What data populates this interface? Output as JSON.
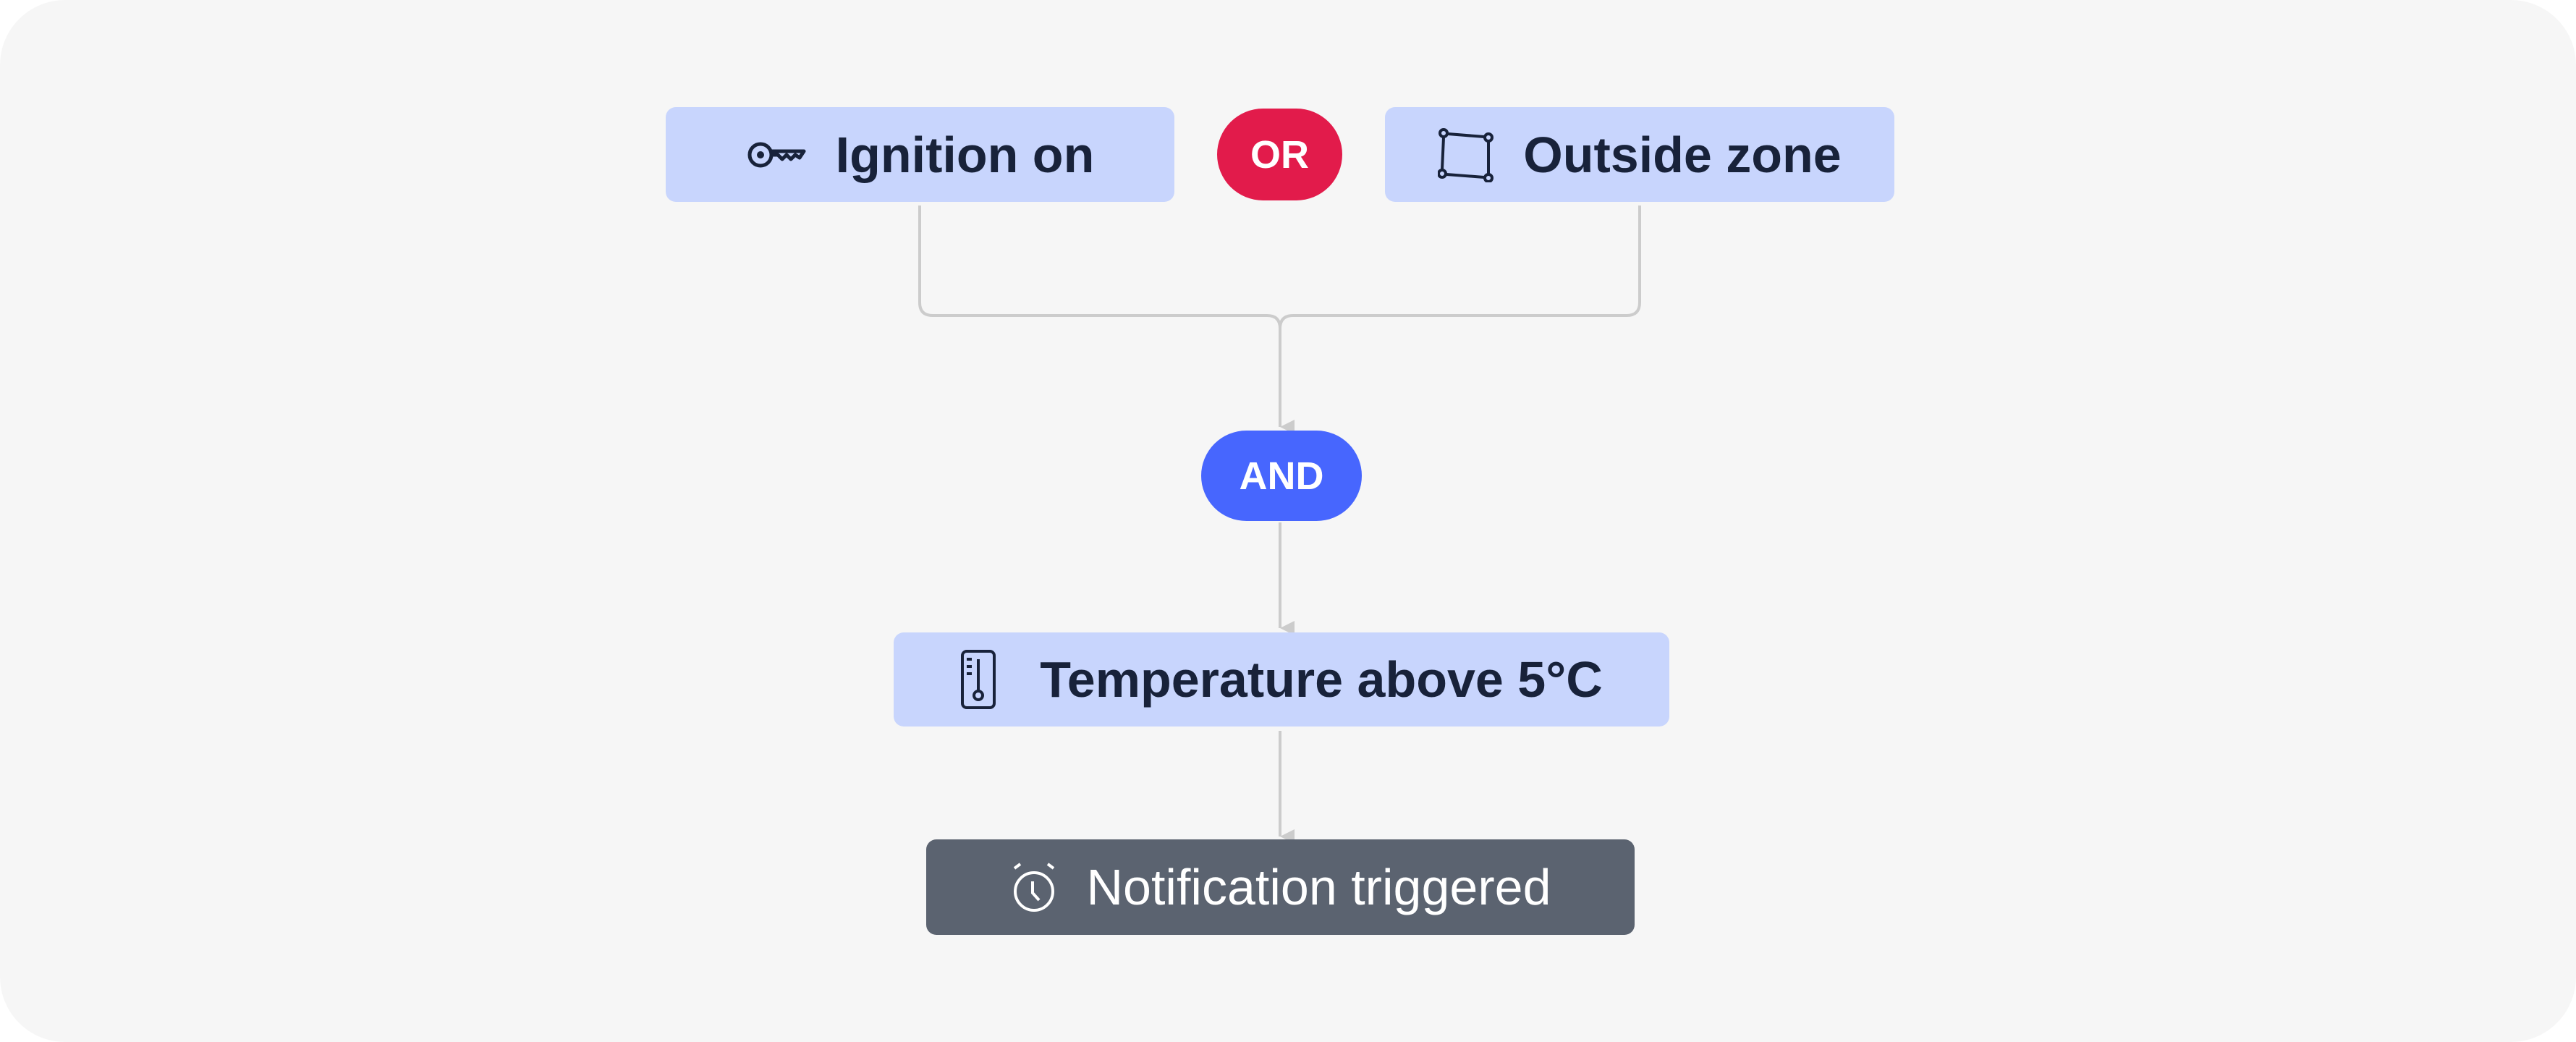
{
  "nodes": {
    "ignition": {
      "label": "Ignition on",
      "icon": "key-icon"
    },
    "operator_or": {
      "label": "OR",
      "color": "#e21b4b"
    },
    "outside_zone": {
      "label": "Outside zone",
      "icon": "zone-polygon-icon"
    },
    "operator_and": {
      "label": "AND",
      "color": "#4766fe"
    },
    "temperature": {
      "label": "Temperature above 5°C",
      "icon": "thermometer-icon"
    },
    "notification": {
      "label": "Notification triggered",
      "icon": "alarm-clock-icon",
      "color": "#5b6370"
    }
  },
  "colors": {
    "condition_bg": "#c8d5fd",
    "text": "#18223a",
    "edge": "#cccccc",
    "background": "#f6f6f6"
  }
}
